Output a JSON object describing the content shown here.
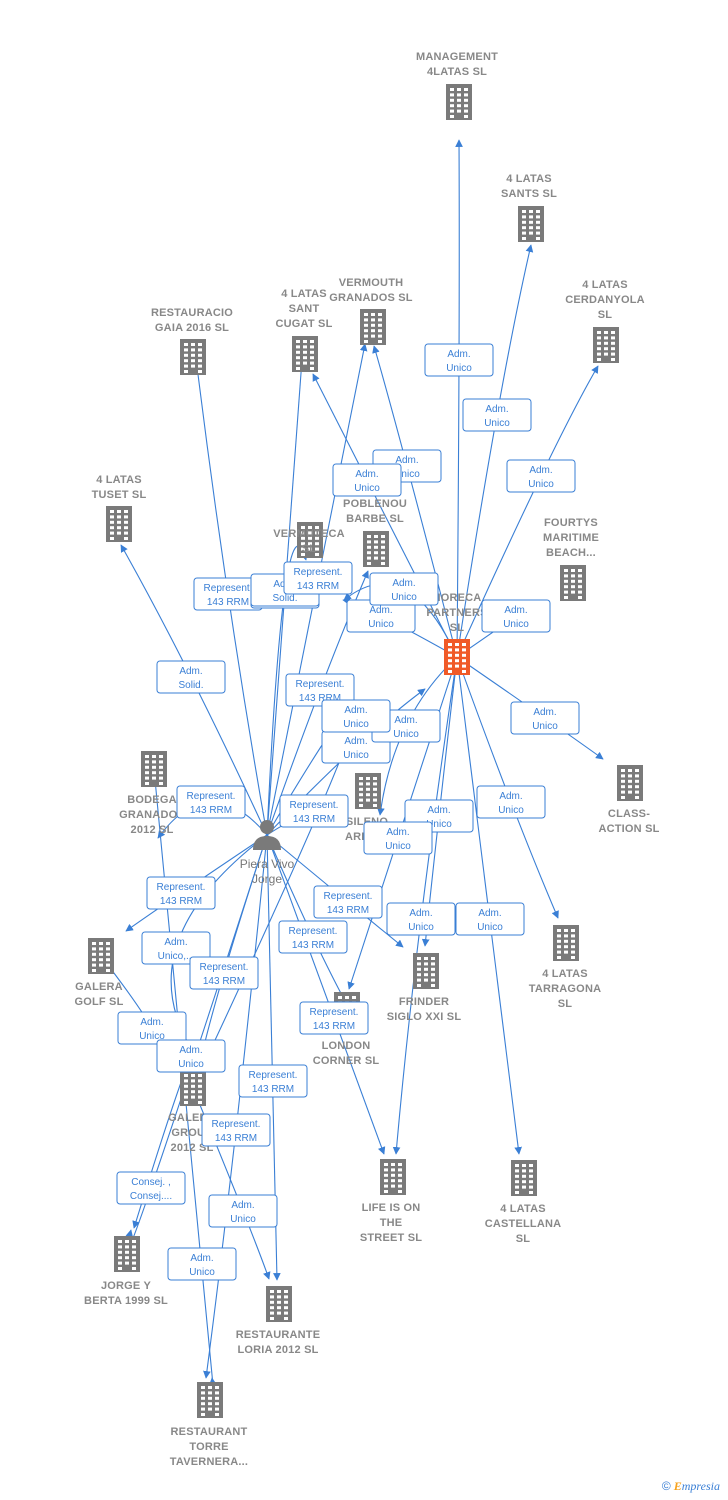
{
  "center_node": {
    "id": "horeca",
    "lines": [
      "HORECA",
      "PARTNERS",
      "SL"
    ]
  },
  "person": {
    "id": "piera",
    "lines": [
      "Piera Vivo",
      "Jorge"
    ]
  },
  "companies": [
    {
      "id": "management",
      "lines": [
        "MANAGEMENT",
        "4LATAS  SL"
      ]
    },
    {
      "id": "sants",
      "lines": [
        "4 LATAS",
        "SANTS  SL"
      ]
    },
    {
      "id": "cerdanyola",
      "lines": [
        "4 LATAS",
        "CERDANYOLA",
        "SL"
      ]
    },
    {
      "id": "vermouth",
      "lines": [
        "VERMOUTH",
        "GRANADOS  SL"
      ]
    },
    {
      "id": "santcugat",
      "lines": [
        "4 LATAS",
        "SANT",
        "CUGAT  SL"
      ]
    },
    {
      "id": "gaia",
      "lines": [
        "RESTAURACIO",
        "GAIA 2016  SL"
      ]
    },
    {
      "id": "tuset",
      "lines": [
        "4 LATAS",
        "TUSET  SL"
      ]
    },
    {
      "id": "poblenou",
      "lines": [
        "POBLENOU",
        "BARBE  SL"
      ]
    },
    {
      "id": "vermuteca",
      "lines": [
        "VERMUTECA",
        "SL"
      ]
    },
    {
      "id": "fourtys",
      "lines": [
        "FOURTYS",
        "MARITIME",
        "BEACH..."
      ]
    },
    {
      "id": "bodega",
      "lines": [
        "BODEGA",
        "GRANADOS",
        "2012  SL"
      ]
    },
    {
      "id": "sileno",
      "lines": [
        "SILENO",
        "ARIBAU"
      ]
    },
    {
      "id": "classaction",
      "lines": [
        "CLASS-",
        "ACTION  SL"
      ]
    },
    {
      "id": "galeragolf",
      "lines": [
        "GALERA",
        "GOLF  SL"
      ]
    },
    {
      "id": "tarragona",
      "lines": [
        "4 LATAS",
        "TARRAGONA",
        "SL"
      ]
    },
    {
      "id": "frinder",
      "lines": [
        "FRINDER",
        "SIGLO XXI  SL"
      ]
    },
    {
      "id": "london",
      "lines": [
        "LONDON",
        "CORNER  SL"
      ]
    },
    {
      "id": "galeragroup",
      "lines": [
        "GALERA",
        "GROUP",
        "2012  SL"
      ]
    },
    {
      "id": "lifeisonthestreet",
      "lines": [
        "LIFE IS ON",
        "THE",
        "STREET  SL"
      ]
    },
    {
      "id": "castellana",
      "lines": [
        "4 LATAS",
        "CASTELLANA",
        "SL"
      ]
    },
    {
      "id": "jorgeberta",
      "lines": [
        "JORGE Y",
        "BERTA 1999 SL"
      ]
    },
    {
      "id": "loria",
      "lines": [
        "RESTAURANTE",
        "LORIA 2012  SL"
      ]
    },
    {
      "id": "torre",
      "lines": [
        "RESTAURANT",
        "TORRE",
        "TAVERNERA..."
      ]
    }
  ],
  "edge_labels": [
    {
      "id": "l1",
      "lines": [
        "Adm.",
        "Unico"
      ]
    },
    {
      "id": "l2",
      "lines": [
        "Adm.",
        "Unico"
      ]
    },
    {
      "id": "l3",
      "lines": [
        "Adm.",
        "Unico"
      ]
    },
    {
      "id": "l4",
      "lines": [
        "Adm.",
        "Unico"
      ]
    },
    {
      "id": "l5",
      "lines": [
        "Adm.",
        "Unico"
      ]
    },
    {
      "id": "l6",
      "lines": [
        "Adm.",
        "Unico"
      ]
    },
    {
      "id": "l7",
      "lines": [
        "Adm.",
        "Unico"
      ]
    },
    {
      "id": "l8",
      "lines": [
        "Adm.",
        "Unico"
      ]
    },
    {
      "id": "l9",
      "lines": [
        "Adm.",
        "Solid."
      ]
    },
    {
      "id": "l10",
      "lines": [
        "Represent.",
        "143 RRM"
      ]
    },
    {
      "id": "l11",
      "lines": [
        "Represent.",
        "143 RRM"
      ]
    },
    {
      "id": "l12",
      "lines": [
        "Adm.",
        "Solid."
      ]
    },
    {
      "id": "l13",
      "lines": [
        "Represent.",
        "143 RRM"
      ]
    },
    {
      "id": "l14",
      "lines": [
        "Represent.",
        "143 RRM"
      ]
    },
    {
      "id": "l15",
      "lines": [
        "Adm.",
        "Unico"
      ]
    },
    {
      "id": "l16",
      "lines": [
        "Adm.",
        "Unico"
      ]
    },
    {
      "id": "l17",
      "lines": [
        "Adm.",
        "Unico"
      ]
    },
    {
      "id": "l18",
      "lines": [
        "Represent.",
        "143 RRM"
      ]
    },
    {
      "id": "l19",
      "lines": [
        "Represent.",
        "143 RRM"
      ]
    },
    {
      "id": "l20",
      "lines": [
        "Adm.",
        "Unico"
      ]
    },
    {
      "id": "l21",
      "lines": [
        "Adm.",
        "Unico"
      ]
    },
    {
      "id": "l22",
      "lines": [
        "Adm.",
        "Unico"
      ]
    },
    {
      "id": "l23",
      "lines": [
        "Represent.",
        "143 RRM"
      ]
    },
    {
      "id": "l24",
      "lines": [
        "Adm.",
        "Unico,..."
      ]
    },
    {
      "id": "l25",
      "lines": [
        "Represent.",
        "143 RRM"
      ]
    },
    {
      "id": "l26",
      "lines": [
        "Represent.",
        "143 RRM"
      ]
    },
    {
      "id": "l27",
      "lines": [
        "Represent.",
        "143 RRM"
      ]
    },
    {
      "id": "l28",
      "lines": [
        "Adm.",
        "Unico"
      ]
    },
    {
      "id": "l29",
      "lines": [
        "Adm.",
        "Unico"
      ]
    },
    {
      "id": "l30",
      "lines": [
        "Adm.",
        "Unico"
      ]
    },
    {
      "id": "l31",
      "lines": [
        "Represent.",
        "143 RRM"
      ]
    },
    {
      "id": "l32",
      "lines": [
        "Represent.",
        "143 RRM"
      ]
    },
    {
      "id": "l33",
      "lines": [
        "Represent.",
        "143 RRM"
      ]
    },
    {
      "id": "l34",
      "lines": [
        "Consej. ,",
        "Consej...."
      ]
    },
    {
      "id": "l35",
      "lines": [
        "Adm.",
        "Unico"
      ]
    },
    {
      "id": "l36",
      "lines": [
        "Adm.",
        "Unico"
      ]
    },
    {
      "id": "l37",
      "lines": [
        "Adm.",
        "Unico"
      ]
    },
    {
      "id": "l38",
      "lines": [
        "Adm.",
        "Unico"
      ]
    }
  ],
  "footer": {
    "copyright": "©",
    "brand_initial": "E",
    "brand_rest": "mpresia"
  },
  "colors": {
    "edge": "#3a7fd5",
    "building": "#7a7a7a",
    "building_main": "#f05a28",
    "label": "#888888"
  }
}
